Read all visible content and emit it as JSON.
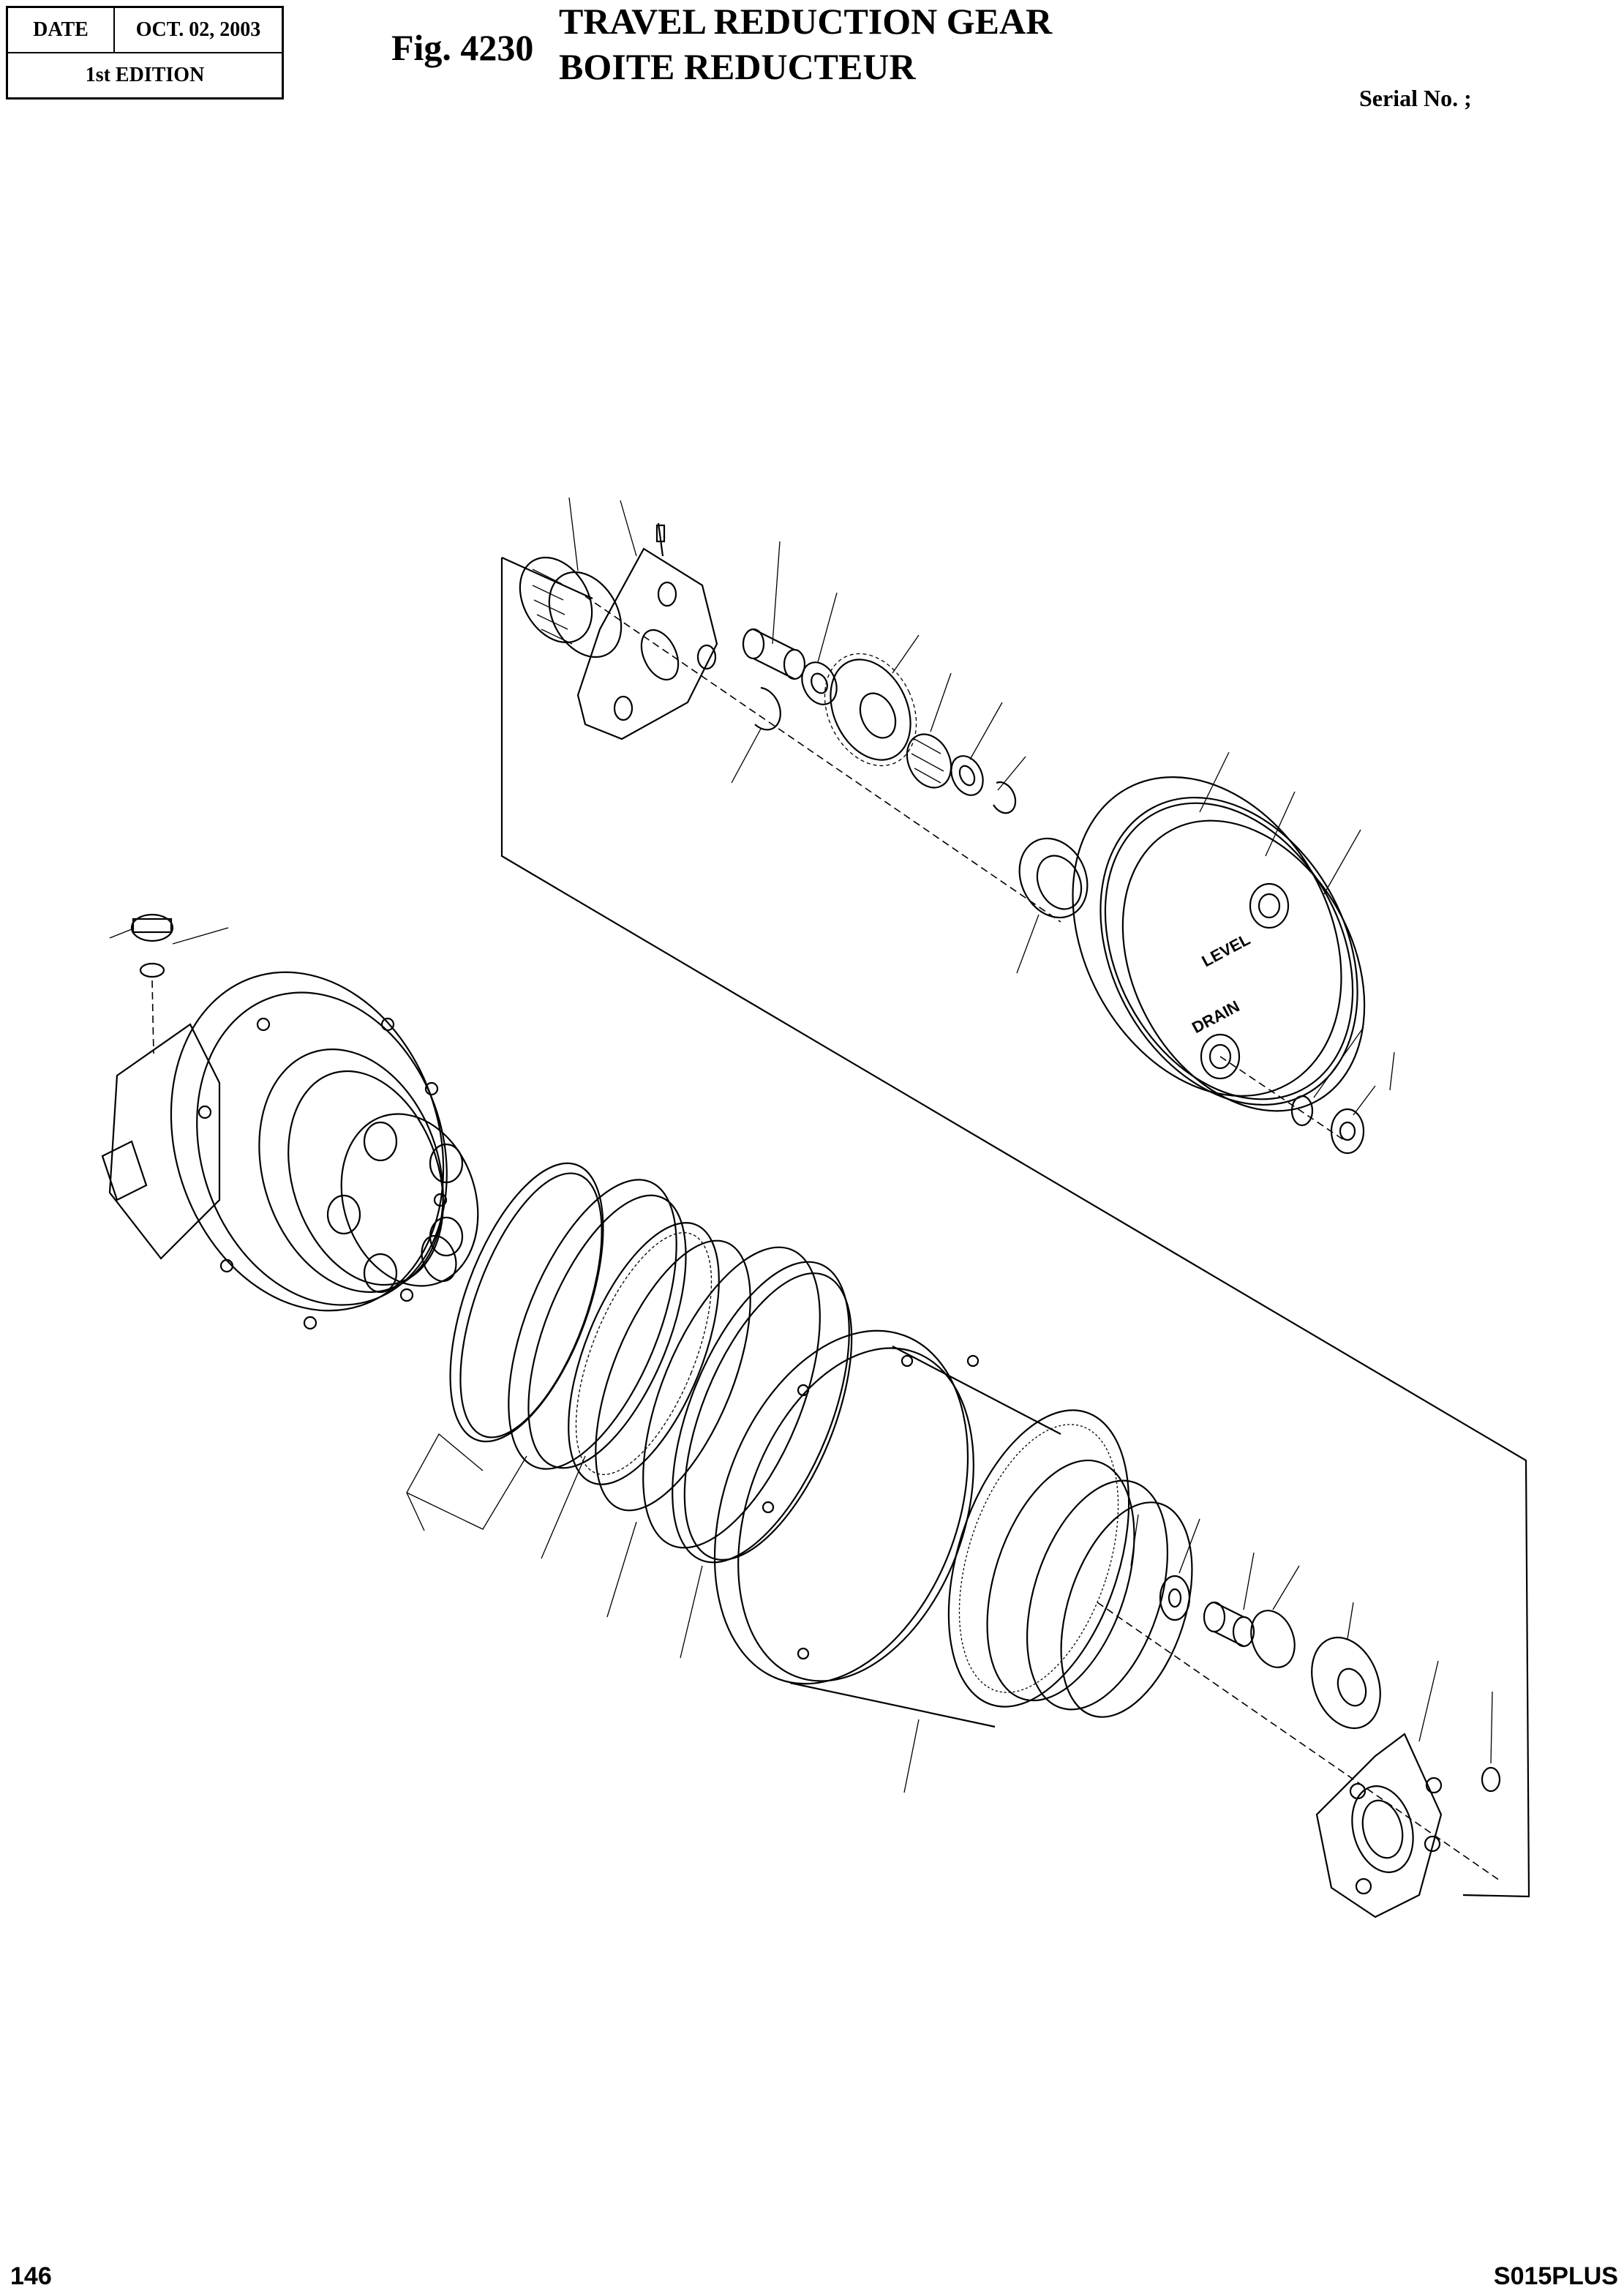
{
  "header": {
    "date_label": "DATE",
    "date_value": "OCT. 02, 2003",
    "edition": "1st EDITION",
    "fig_label": "Fig. 4230",
    "title_en": "TRAVEL REDUCTION GEAR",
    "title_fr": "BOITE REDUCTEUR",
    "serial_label": "Serial No. ;"
  },
  "diagram": {
    "cover_marks": [
      "LEVEL",
      "DRAIN"
    ]
  },
  "footer": {
    "page_number": "146",
    "model": "S015PLUS"
  }
}
